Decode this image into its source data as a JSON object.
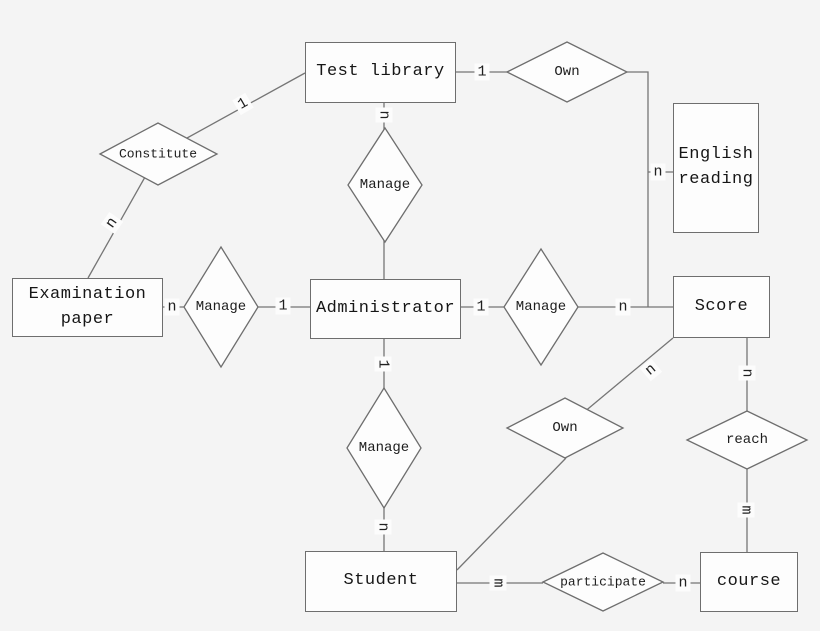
{
  "diagram": {
    "type": "entity-relationship-diagram",
    "entities": {
      "test_library": "Test library",
      "english_reading": "English reading",
      "examination_paper": "Examination paper",
      "administrator": "Administrator",
      "score": "Score",
      "student": "Student",
      "course": "course"
    },
    "relationships": {
      "constitute": "Constitute",
      "own_top": "Own",
      "manage_top": "Manage",
      "manage_left": "Manage",
      "manage_right": "Manage",
      "manage_bottom": "Manage",
      "own_mid": "Own",
      "reach": "reach",
      "participate": "participate"
    },
    "cardinalities": {
      "test_library_constitute": "1",
      "constitute_examination": "n",
      "test_library_own": "1",
      "own_english_reading": "n",
      "test_library_manage": "n",
      "examination_manage": "n",
      "manage_administrator": "1",
      "administrator_manage_right": "1",
      "manage_score": "n",
      "administrator_manage_bottom": "1",
      "manage_student": "n",
      "score_own": "n",
      "score_reach": "n",
      "reach_course": "m",
      "student_participate": "m",
      "participate_course": "n"
    }
  },
  "colors": {
    "background": "#f4f4f4",
    "shape_fill": "#fdfdfd",
    "line": "#757575",
    "text": "#1b1b1b"
  }
}
